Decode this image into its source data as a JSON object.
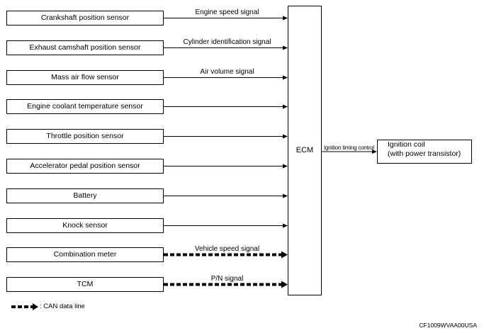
{
  "sensors": [
    {
      "label": "Crankshaft position sensor",
      "signal": "Engine speed signal",
      "line": "solid"
    },
    {
      "label": "Exhaust camshaft position sensor",
      "signal": "Cylinder identification signal",
      "line": "solid"
    },
    {
      "label": "Mass air flow sensor",
      "signal": "Air volume signal",
      "line": "solid"
    },
    {
      "label": "Engine coolant temperature sensor",
      "signal": "",
      "line": "solid"
    },
    {
      "label": "Throttle position sensor",
      "signal": "",
      "line": "solid"
    },
    {
      "label": "Accelerator pedal position sensor",
      "signal": "",
      "line": "solid"
    },
    {
      "label": "Battery",
      "signal": "",
      "line": "solid"
    },
    {
      "label": "Knock sensor",
      "signal": "",
      "line": "solid"
    },
    {
      "label": "Combination meter",
      "signal": "Vehicle speed signal",
      "line": "can"
    },
    {
      "label": "TCM",
      "signal": "P/N signal",
      "line": "can"
    }
  ],
  "ecm": {
    "label": "ECM"
  },
  "output": {
    "signal": "Ignition timing control",
    "device_line1": "Ignition coil",
    "device_line2": "(with power transistor)"
  },
  "legend": {
    "label": ": CAN data line"
  },
  "figure_code": "CF1009WVAA00USA"
}
